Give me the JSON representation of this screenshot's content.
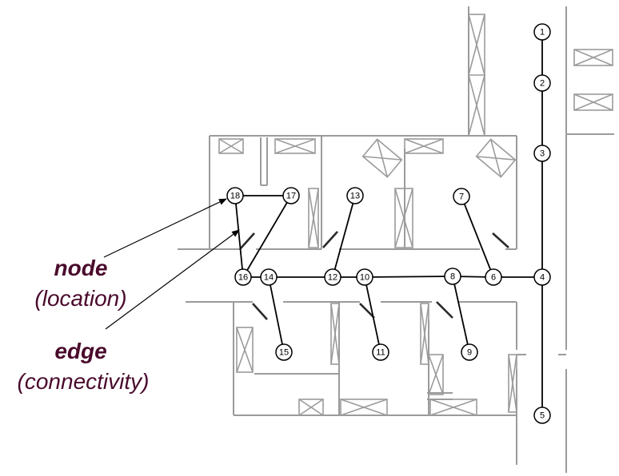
{
  "colors": {
    "annotation": "#4a0a2c",
    "walls": "#9b9b9b",
    "graph": "#000000"
  },
  "annotations": {
    "node": {
      "title": "node",
      "subtitle": "(location)"
    },
    "edge": {
      "title": "edge",
      "subtitle": "(connectivity)"
    }
  },
  "graph": {
    "nodes": [
      {
        "id": "1",
        "label": "1"
      },
      {
        "id": "2",
        "label": "2"
      },
      {
        "id": "3",
        "label": "3"
      },
      {
        "id": "4",
        "label": "4"
      },
      {
        "id": "5",
        "label": "5"
      },
      {
        "id": "6",
        "label": "6"
      },
      {
        "id": "7",
        "label": "7"
      },
      {
        "id": "8",
        "label": "8"
      },
      {
        "id": "9",
        "label": "9"
      },
      {
        "id": "10",
        "label": "10"
      },
      {
        "id": "11",
        "label": "11"
      },
      {
        "id": "12",
        "label": "12"
      },
      {
        "id": "13",
        "label": "13"
      },
      {
        "id": "14",
        "label": "14"
      },
      {
        "id": "15",
        "label": "15"
      },
      {
        "id": "16",
        "label": "16"
      },
      {
        "id": "17",
        "label": "17"
      },
      {
        "id": "18",
        "label": "18"
      }
    ],
    "edges": [
      [
        "1",
        "2"
      ],
      [
        "2",
        "3"
      ],
      [
        "3",
        "4"
      ],
      [
        "4",
        "5"
      ],
      [
        "4",
        "6"
      ],
      [
        "6",
        "7"
      ],
      [
        "6",
        "8"
      ],
      [
        "8",
        "9"
      ],
      [
        "8",
        "10"
      ],
      [
        "10",
        "11"
      ],
      [
        "10",
        "12"
      ],
      [
        "12",
        "13"
      ],
      [
        "12",
        "14"
      ],
      [
        "14",
        "15"
      ],
      [
        "14",
        "16"
      ],
      [
        "16",
        "17"
      ],
      [
        "16",
        "18"
      ],
      [
        "18",
        "17"
      ]
    ]
  }
}
